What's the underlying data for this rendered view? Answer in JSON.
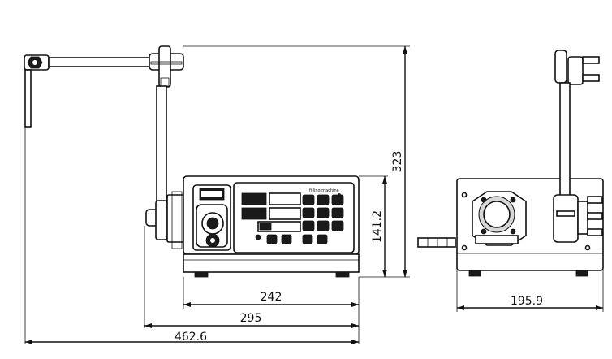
{
  "dimensions": {
    "height_total": "323",
    "height_body": "141.2",
    "width_body": "242",
    "width_base": "295",
    "width_total": "462.6",
    "depth_side": "195.9"
  },
  "panel": {
    "brand": "filling machine"
  },
  "colors": {
    "line": "#111111",
    "background": "#ffffff",
    "panel_dark": "#1a1a1a"
  }
}
